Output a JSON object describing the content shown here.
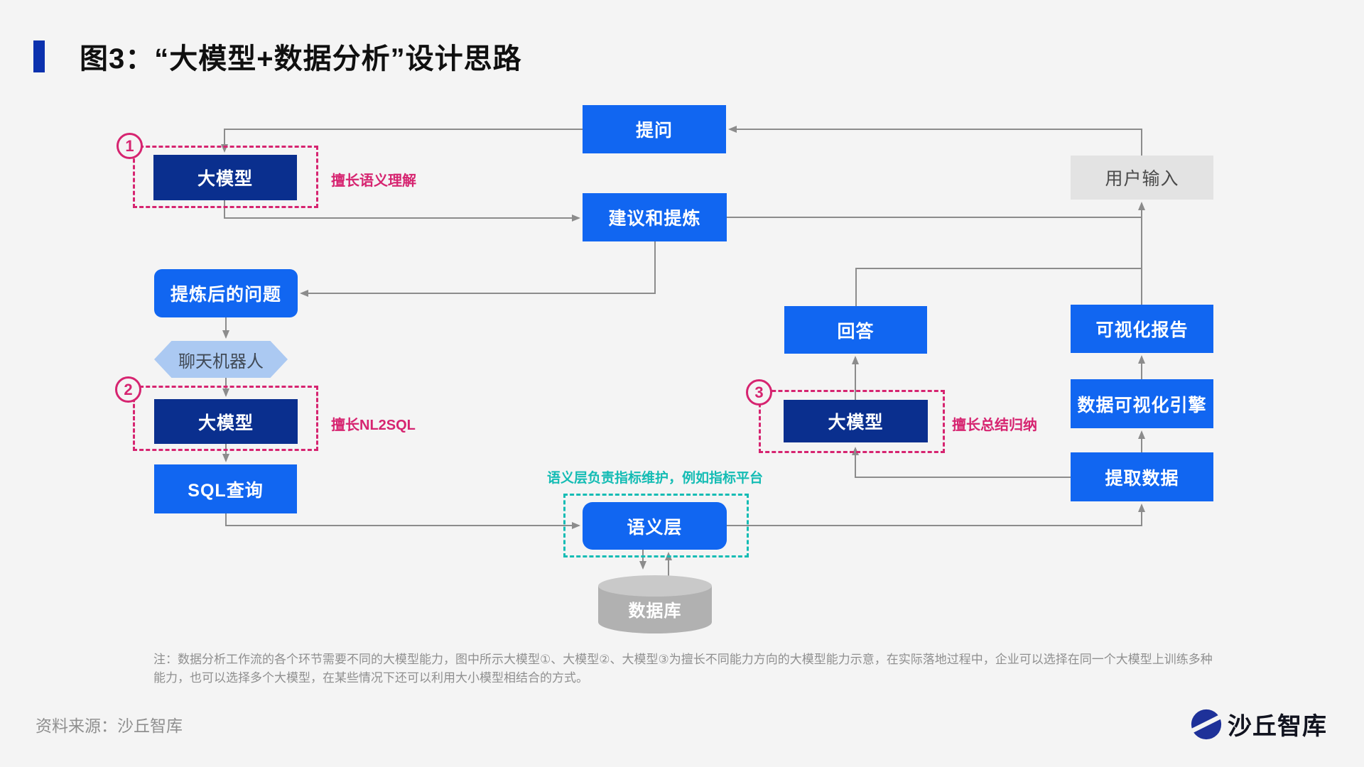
{
  "header": {
    "title": "图3：“大模型+数据分析”设计思路"
  },
  "nodes": {
    "question": "提问",
    "user_input": "用户输入",
    "llm1": "大模型",
    "suggest": "建议和提炼",
    "refined": "提炼后的问题",
    "chatbot": "聊天机器人",
    "llm2": "大模型",
    "sql": "SQL查询",
    "semantic": "语义层",
    "database": "数据库",
    "answer": "回答",
    "llm3": "大模型",
    "report": "可视化报告",
    "viz_engine": "数据可视化引擎",
    "extract": "提取数据"
  },
  "badges": {
    "b1": "1",
    "b2": "2",
    "b3": "3"
  },
  "annotations": {
    "llm1_note": "擅长语义理解",
    "llm2_note": "擅长NL2SQL",
    "llm3_note": "擅长总结归纳",
    "semantic_note": "语义层负责指标维护，例如指标平台"
  },
  "footer": {
    "note": "注：数据分析工作流的各个环节需要不同的大模型能力，图中所示大模型①、大模型②、大模型③为擅长不同能力方向的大模型能力示意，在实际落地过程中，企业可以选择在同一个大模型上训练多种能力，也可以选择多个大模型，在某些情况下还可以利用大小模型相结合的方式。",
    "source": "资料来源：沙丘智库",
    "logo_text": "沙丘智库"
  },
  "colors": {
    "accent_bar": "#0b31ae",
    "bright_blue": "#1166f1",
    "navy": "#0a2f8e",
    "gray_box": "#e3e3e3",
    "hexagon_blue": "#abc9f2",
    "pink": "#d62470",
    "teal": "#14bcb4",
    "line_gray": "#8c8c8c",
    "background": "#f4f4f4"
  }
}
